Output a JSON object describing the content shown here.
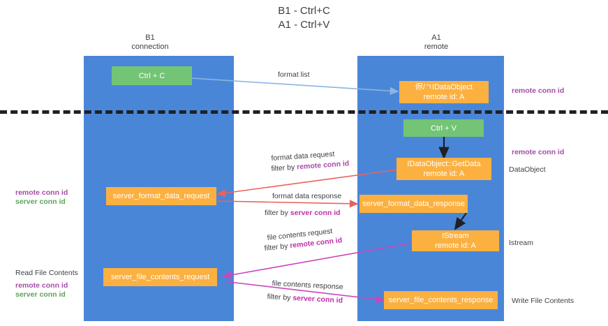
{
  "title": "B1 - Ctrl+C\nA1 - Ctrl+V",
  "columns": [
    {
      "name": "b1",
      "header": "B1\nconnection"
    },
    {
      "name": "a1",
      "header": "A1\nremote"
    }
  ],
  "nodes": [
    {
      "id": "ctrl_c",
      "label": "Ctrl + C",
      "sub": "",
      "color": "green"
    },
    {
      "id": "idataobject_top",
      "label": "侭/ㄱIDataObject",
      "sub": "remote id: A",
      "color": "orange"
    },
    {
      "id": "ctrl_v",
      "label": "Ctrl + V",
      "sub": "",
      "color": "green"
    },
    {
      "id": "getdata",
      "label": "IDataObject::GetData",
      "sub": "remote id: A",
      "color": "orange"
    },
    {
      "id": "sfdreq",
      "label": "server_format_data_request",
      "sub": "",
      "color": "orange"
    },
    {
      "id": "sfdres",
      "label": "server_format_data_response",
      "sub": "",
      "color": "orange"
    },
    {
      "id": "istream",
      "label": "IStream",
      "sub": "remote id: A",
      "color": "orange"
    },
    {
      "id": "sfcreq",
      "label": "server_file_contents_request",
      "sub": "",
      "color": "orange"
    },
    {
      "id": "sfcres",
      "label": "server_file_contents_response",
      "sub": "",
      "color": "orange"
    }
  ],
  "edge_labels": {
    "format_list": "format list",
    "format_data_request": "format data request",
    "format_data_request_filter_prefix": "filter by ",
    "format_data_request_filter_key": "remote conn id",
    "format_data_response": "format data response",
    "format_data_response_filter_prefix": "filter by ",
    "format_data_response_filter_key": "server conn id",
    "file_contents_request": "file contents request",
    "file_contents_request_filter_prefix": "filter by ",
    "file_contents_request_filter_key": "remote conn id",
    "file_contents_response": "file contents response",
    "file_contents_response_filter_prefix": "filter by ",
    "file_contents_response_filter_key": "server conn id"
  },
  "side_labels": {
    "right_remote_conn_id_top": "remote conn id",
    "right_remote_conn_id_mid": "remote conn id",
    "right_dataobject": "DataObject",
    "right_istream": "Istream",
    "right_write_file_contents": "Write File Contents",
    "left_remote_conn_id_mid": "remote conn id",
    "left_server_conn_id_mid": "server conn id",
    "left_read_file_contents": "Read File Contents",
    "left_remote_conn_id_bot": "remote conn id",
    "left_server_conn_id_bot": "server conn id"
  },
  "colors": {
    "lane": "#4a86d8",
    "green_node": "#74c476",
    "orange_node": "#fbb040",
    "purple_text": "#a64ca6",
    "green_text": "#5aa45a",
    "magenta_text": "#c030a8",
    "arrow_blue": "#8ab6e0",
    "arrow_red": "#e8625c",
    "arrow_magenta": "#cc44bb",
    "arrow_black": "#202124",
    "divider": "#202124"
  }
}
